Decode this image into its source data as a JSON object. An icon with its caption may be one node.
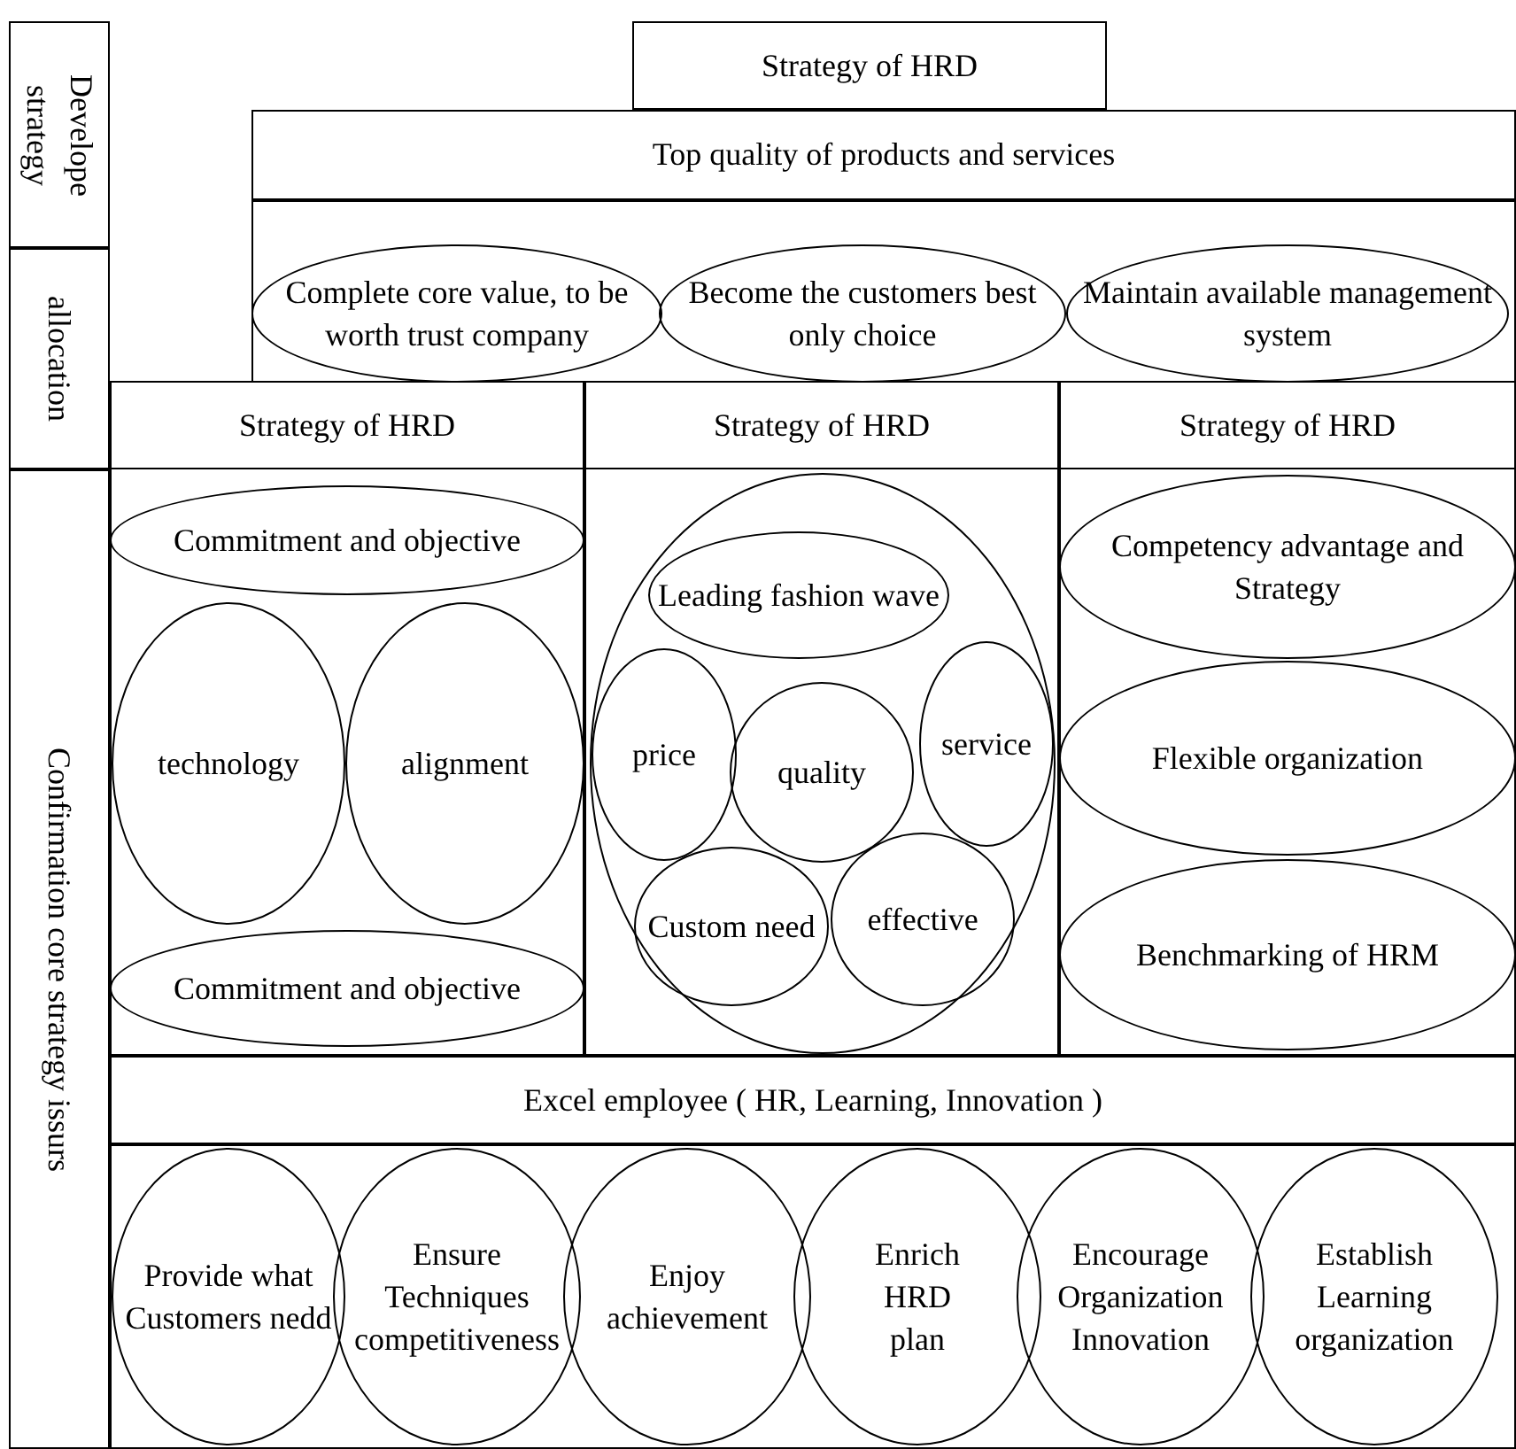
{
  "diagram": {
    "nodes": [
      {
        "text": [
          "Develope strategy"
        ]
      },
      {
        "text": [
          "allocation"
        ]
      },
      {
        "text": [
          "Confirmation core strategy issurs"
        ]
      },
      {
        "text": [
          "Strategy of HRD"
        ]
      },
      {
        "text": [
          "Top quality of products and services"
        ]
      },
      {
        "text": [
          "Complete core value, to be worth trust company"
        ]
      },
      {
        "text": [
          "Become the customers best only choice"
        ]
      },
      {
        "text": [
          "Maintain available management system"
        ]
      },
      {
        "text": [
          "Strategy of HRD"
        ]
      },
      {
        "text": [
          "Strategy of HRD"
        ]
      },
      {
        "text": [
          "Strategy of HRD"
        ]
      },
      {
        "text": [
          "Commitment and objective"
        ]
      },
      {
        "text": [
          "technology"
        ]
      },
      {
        "text": [
          "alignment"
        ]
      },
      {
        "text": [
          "Commitment and objective"
        ]
      },
      {
        "text": [],
        "shape": "circle"
      },
      {
        "text": [
          "Leading fashion wave"
        ],
        "in": 15
      },
      {
        "text": [
          "price"
        ],
        "in": 15
      },
      {
        "text": [
          "quality"
        ],
        "in": 15
      },
      {
        "text": [
          "service"
        ],
        "in": 15
      },
      {
        "text": [
          "Custom need"
        ],
        "in": 15
      },
      {
        "text": [
          "effective"
        ],
        "in": 15
      },
      {
        "text": [
          "Competency advantage and Strategy"
        ]
      },
      {
        "text": [
          "Flexible organization"
        ]
      },
      {
        "text": [
          "Benchmarking of HRM"
        ]
      },
      {
        "text": [
          "Excel employee ( HR, Learning, Innovation )"
        ]
      },
      {
        "text": [
          "Provide what Customers nedd"
        ]
      },
      {
        "text": [
          "Ensure Techniques competitiveness"
        ]
      },
      {
        "text": [
          "Enjoy achievement"
        ]
      },
      {
        "text": [
          "Enrich HRD plan"
        ]
      },
      {
        "text": [
          "Encourage Organization Innovation"
        ]
      },
      {
        "text": [
          "Establish Learning organization"
        ]
      }
    ]
  }
}
